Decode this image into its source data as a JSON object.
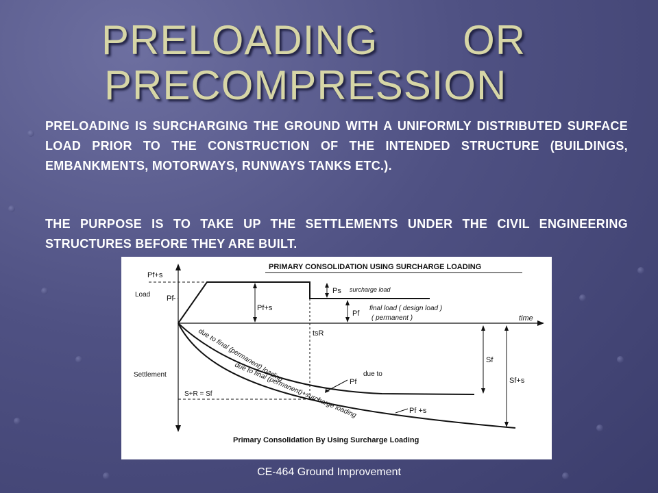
{
  "slide": {
    "title_line1": "PRELOADING       OR",
    "title_line2": "PRECOMPRESSION",
    "paragraph1": "PRELOADING IS SURCHARGING THE GROUND WITH A UNIFORMLY DISTRIBUTED SURFACE LOAD PRIOR TO THE CONSTRUCTION OF THE INTENDED STRUCTURE (BUILDINGS, EMBANKMENTS, MOTORWAYS, RUNWAYS TANKS ETC.).",
    "paragraph2": "THE PURPOSE IS TO TAKE UP THE SETTLEMENTS UNDER THE CIVIL ENGINEERING STRUCTURES BEFORE THEY ARE BUILT.",
    "footer": "CE-464 Ground Improvement"
  },
  "figure": {
    "header": "PRIMARY  CONSOLIDATION  USING  SURCHARGE  LOADING",
    "caption": "Primary Consolidation By Using Surcharge Loading",
    "label_pfs_axis": "Pf+s",
    "label_load": "Load",
    "label_pf_axis": "Pf",
    "label_ps": "Ps",
    "label_surcharge_load": "surcharge load",
    "label_pfs_mid": "Pf+s",
    "label_pf_mid": "Pf",
    "label_final_load": "final load ( design load )",
    "label_permanent": "( permanent )",
    "label_time": "time",
    "label_tsr": "tsR",
    "label_settlement": "Settlement",
    "label_sr": "S+R  = Sf",
    "label_curve1": "due to final (permanent) loading",
    "label_curve2": "due to final (permanent)+surcharge  loading",
    "label_due_to": "due to",
    "label_pf_curve": "Pf",
    "label_pfs_curve": "Pf +s",
    "label_sf": "Sf",
    "label_sfs": "Sf+s"
  }
}
